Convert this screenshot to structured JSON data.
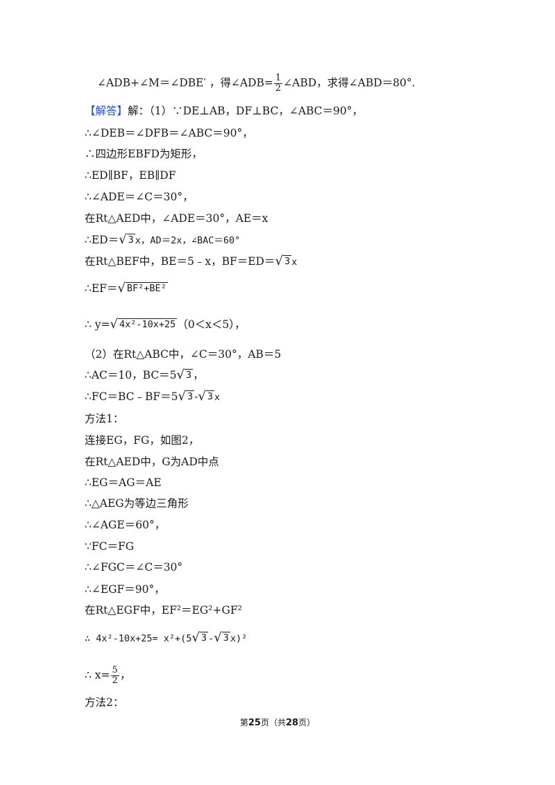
{
  "lines": {
    "l1a": "∠ADB+∠M＝∠DBE′ ，得∠ADB=",
    "l1_frac_num": "1",
    "l1_frac_den": "2",
    "l1b": "∠ABD，求得∠ABD＝80°.",
    "l2_tag": "【解答】",
    "l2": "解：（1）∵DE⊥AB，DF⊥BC，∠ABC＝90°，",
    "l3": "∴∠DEB＝∠DFB＝∠ABC＝90°，",
    "l4": "∴四边形EBFD为矩形，",
    "l5": "∴ED∥BF，EB∥DF",
    "l6": "∴∠ADE＝∠C＝30°，",
    "l7": "在Rt△AED中，∠ADE＝30°，AE＝x",
    "l8a": "∴ED＝",
    "l8_rad": "3",
    "l8b": "x，AD＝2x，∠BAC＝60°",
    "l9a": "在Rt△BEF中，BE＝5﹣x，BF＝ED＝",
    "l9_rad": "3",
    "l9b": "x",
    "l10a": "∴EF＝",
    "l10_rad": "BF²+BE²",
    "l11a": "∴ y=",
    "l11_rad": "4x²-10x+25",
    "l11b": "（0＜x＜5），",
    "l12": "（2）在Rt△ABC中，∠C＝30°，AB＝5",
    "l13a": "∴AC＝10，BC＝5",
    "l13_rad": "3",
    "l13b": "，",
    "l14a": "∴FC＝BC﹣BF＝5",
    "l14_rad1": "3",
    "l14_mid": "-",
    "l14_rad2": "3",
    "l14b": "x",
    "l15": "方法1：",
    "l16": "连接EG，FG，如图2，",
    "l17": "在Rt△AED中，G为AD中点",
    "l18": "∴EG＝AG＝AE",
    "l19": "∴△AEG为等边三角形",
    "l20": "∴∠AGE＝60°，",
    "l21": "∵FC＝FG",
    "l22": "∴∠FGC＝∠C＝30°",
    "l23": "∴∠EGF＝90°，",
    "l24": "在Rt△EGF中，EF²＝EG²+GF²",
    "l25a": "∴ 4x²-10x+25= x²+(5",
    "l25_rad1": "3",
    "l25_mid": "-",
    "l25_rad2": "3",
    "l25b": "x)²",
    "l26a": "∴ x=",
    "l26_frac_num": "5",
    "l26_frac_den": "2",
    "l26b": "，",
    "l27": "方法2："
  },
  "footer": {
    "prefix": "第",
    "page": "25",
    "middle": "页（共",
    "total": "28",
    "suffix": "页）"
  },
  "colors": {
    "tag": "#1f4fcf",
    "text": "#1a1a1a"
  }
}
